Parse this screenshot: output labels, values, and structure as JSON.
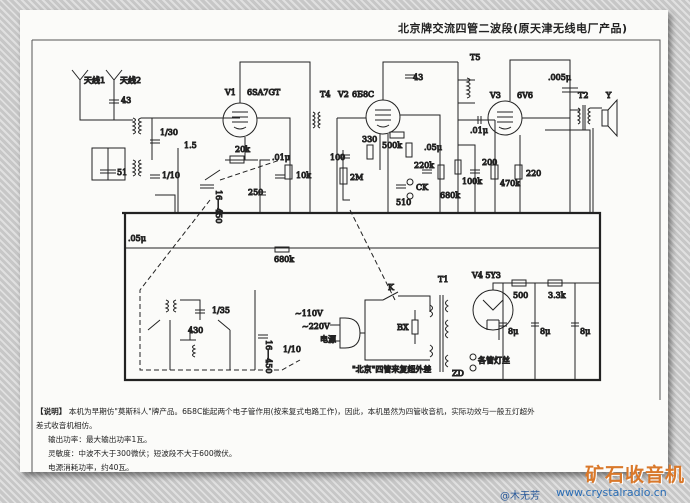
{
  "title": "北京牌交流四管二波段(原天津无线电厂产品)",
  "schematic": {
    "antenna1": "天线1",
    "antenna2": "天线2",
    "c_ant": "43",
    "v1": "V1",
    "v1_type": "6SA7GT",
    "t4": "T4",
    "v2": "V2",
    "v2_type": "6Б8C",
    "t5": "T5",
    "v3": "V3",
    "v3_type": "6V6",
    "t2": "T2",
    "speaker": "Y",
    "c_1_30": "1/30",
    "c_1_5": "1.5",
    "c_51": "51",
    "c_1_10a": "1/10",
    "r_20k": "20k",
    "c_01u_a": ".01μ",
    "r_10k": "10k",
    "c_250": "250",
    "c_16_450a": "16—450",
    "r_330": "330",
    "c_100": "100",
    "r_2m": "2M",
    "c_43": "43",
    "r_500k": "500k",
    "r_220k": "220k",
    "c_510": "510",
    "ck": "CK",
    "c_05u_a": ".05μ",
    "r_680k_a": "680k",
    "r_100k": "100k",
    "c_200": "200",
    "c_01u_b": ".01μ",
    "r_470k": "470k",
    "r_220": "220",
    "c_005u": ".005μ",
    "c_05u_b": ".05μ",
    "r_680k_b": "680k",
    "c_1_35": "1/35",
    "c_430": "430",
    "c_16_450b": "16—450",
    "c_1_10b": "1/10",
    "mains1": "~110V",
    "mains2": "~220V",
    "mains3": "电源",
    "switch_k": "K",
    "fuse": "BX",
    "t1": "T1",
    "v4": "V4 5Y3",
    "r_500": "500",
    "r_3_3k": "3.3k",
    "c_8u_a": "8μ",
    "c_8u_b": "8μ",
    "c_8u_c": "8μ",
    "filament": "各管灯丝",
    "pilot": "ZD",
    "caption": "\"北京\"四管来复超外差"
  },
  "description": {
    "label": "【说明】",
    "line1": "本机为早期仿\"莫斯科人\"牌产品。6Б8C能起两个电子管作用(按来复式电路工作)，因此，本机虽然为四管收音机，实际功效与一般五灯超外",
    "line2": "差式收音机相仿。",
    "output": "输出功率：最大输出功率1瓦。",
    "sensitivity": "灵敏度：中波不大于300微伏；短波段不大于600微伏。",
    "power": "电源消耗功率，约40瓦。"
  },
  "watermark": {
    "brand": "矿石收音机",
    "url": "www.crystalradio.cn",
    "author": "@木无芳"
  }
}
